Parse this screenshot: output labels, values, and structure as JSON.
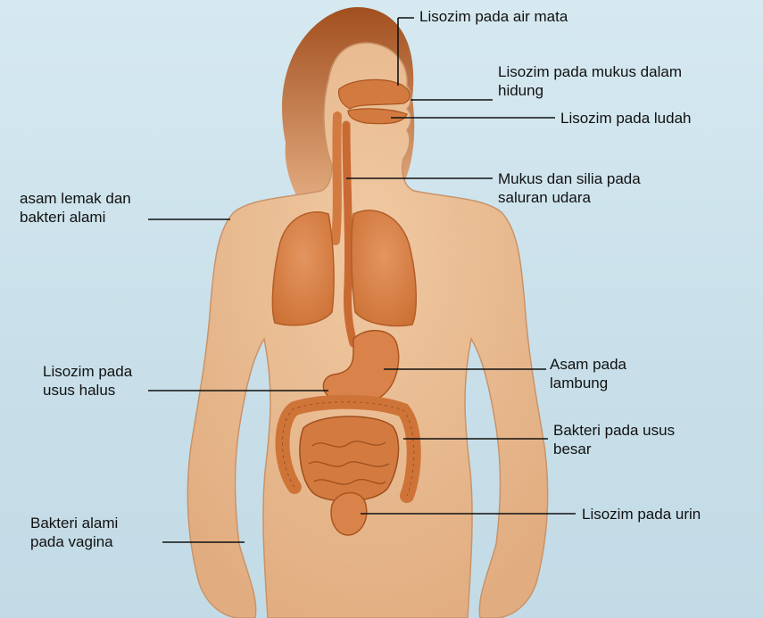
{
  "labels": {
    "tears": "Lisozim pada air mata",
    "nose_mucus": "Lisozim pada mukus dalam\nhidung",
    "saliva": "Lisozim pada ludah",
    "airway": "Mukus dan silia pada\nsaluran udara",
    "skin": "asam lemak dan\nbakteri alami",
    "stomach": "Asam pada\nlambung",
    "small_intestine": "Lisozim pada\nusus halus",
    "large_intestine": "Bakteri pada usus\nbesar",
    "urine": "Lisozim pada urin",
    "vagina": "Bakteri alami\npada vagina"
  },
  "colors": {
    "background": "#cfe3ec",
    "skin": "#e8b98e",
    "organ": "#d9834a",
    "organ_dark": "#b25c28",
    "hair": "#b8652f",
    "line": "#111111"
  }
}
